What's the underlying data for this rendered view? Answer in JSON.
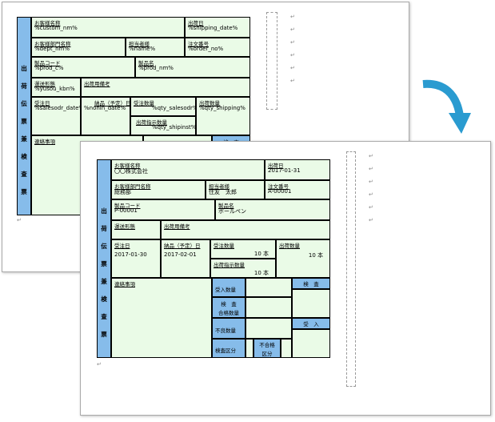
{
  "back": {
    "title_vertical": [
      "出",
      "荷",
      "伝",
      "票",
      "兼",
      "検",
      "査",
      "票"
    ],
    "customer_name_label": "お客様名称",
    "customer_name_value": "%custom_nm%",
    "ship_date_label": "出荷日",
    "ship_date_value": "%shipping_date%",
    "dept_label": "お客様部門名称",
    "dept_value": "%dept_nm%",
    "person_label": "担当者様",
    "person_value": "%name%",
    "order_no_label": "注文番号",
    "order_no_value": "%order_no%",
    "product_code_label": "製品コード",
    "product_code_value": "%prod_c%",
    "product_name_label": "製品名",
    "product_name_value": "%prod_nm%",
    "transport_label": "運送形態",
    "transport_value": "%yusou_kbn%",
    "ship_memo_label": "出荷用備考",
    "order_date_label": "受注日",
    "order_date_value": "%salesodr_date%",
    "delivery_date_label": "納品（予定）日",
    "delivery_date_value": "%nohin_date%",
    "order_qty_label": "受注数量",
    "order_qty_value": "%qty_salesodr%",
    "ship_qty_label": "出荷数量",
    "ship_qty_value": "%qty_shipping%",
    "ship_instr_label": "出荷指示数量",
    "ship_instr_value": "%qty_shipinst%",
    "contact_label": "連絡事項",
    "inspect_label": "検　査"
  },
  "front": {
    "title_vertical": [
      "出",
      "荷",
      "伝",
      "票",
      "兼",
      "検",
      "査",
      "票"
    ],
    "customer_name_label": "お客様名称",
    "customer_name_value": "〇〇株式会社",
    "ship_date_label": "出荷日",
    "ship_date_value": "2017-01-31",
    "dept_label": "お客様部門名称",
    "dept_value": "総務部",
    "person_label": "担当者様",
    "person_value": "住友　太郎",
    "order_no_label": "注文番号",
    "order_no_value": "A-00001",
    "product_code_label": "製品コード",
    "product_code_value": "P-00001",
    "product_name_label": "製品名",
    "product_name_value": "ボールペン",
    "transport_label": "運送形態",
    "ship_memo_label": "出荷用備考",
    "order_date_label": "受注日",
    "order_date_value": "2017-01-30",
    "delivery_date_label": "納品（予定）日",
    "delivery_date_value": "2017-02-01",
    "order_qty_label": "受注数量",
    "order_qty_value": "10 本",
    "ship_qty_label": "出荷数量",
    "ship_qty_value": "10 本",
    "ship_instr_label": "出荷指示数量",
    "ship_instr_value": "10 本",
    "contact_label": "連絡事項",
    "receive_qty_label": "受入数量",
    "inspect_pass_label1": "検　査",
    "inspect_pass_label2": "合格数量",
    "defect_qty_label": "不良数量",
    "inspect_kbn_label": "検査区分",
    "reject_kbn_label1": "不合格",
    "reject_kbn_label2": "区分",
    "inspect_label": "検　査",
    "accept_label": "受　入"
  },
  "colors": {
    "cell": "#eafbe7",
    "header": "#86bcea",
    "arrow": "#2a9bd0"
  }
}
